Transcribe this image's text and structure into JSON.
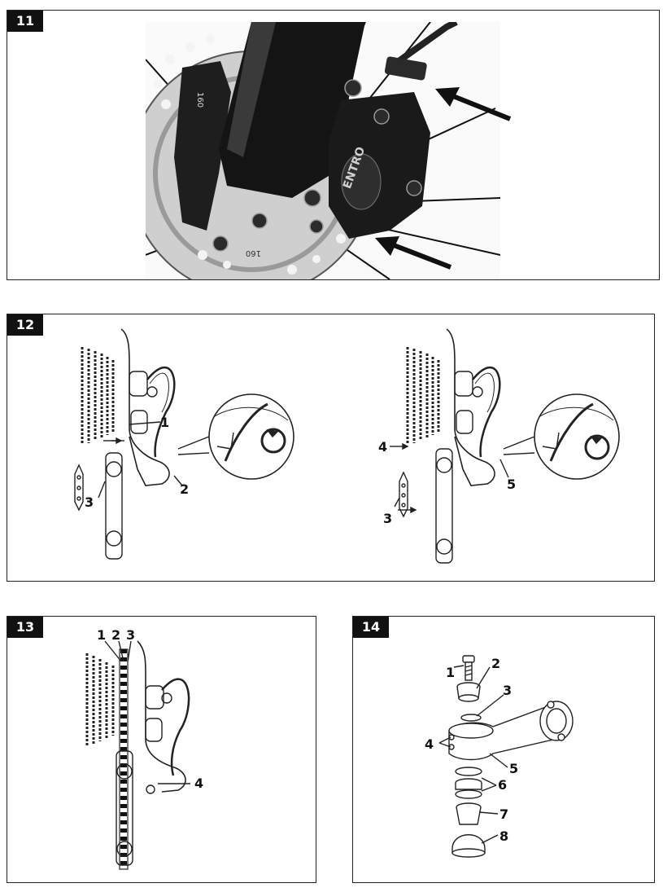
{
  "figures": [
    {
      "number": "11"
    },
    {
      "number": "12",
      "left_labels": [
        "1",
        "2",
        "3"
      ],
      "right_labels": [
        "4",
        "5",
        "3"
      ]
    },
    {
      "number": "13",
      "labels": [
        "1",
        "2",
        "3",
        "4"
      ]
    },
    {
      "number": "14",
      "labels": [
        "1",
        "2",
        "3",
        "4",
        "5",
        "6",
        "7",
        "8"
      ]
    }
  ],
  "fig11": {
    "rotor_marking": "160",
    "adapter_marking": "160"
  }
}
